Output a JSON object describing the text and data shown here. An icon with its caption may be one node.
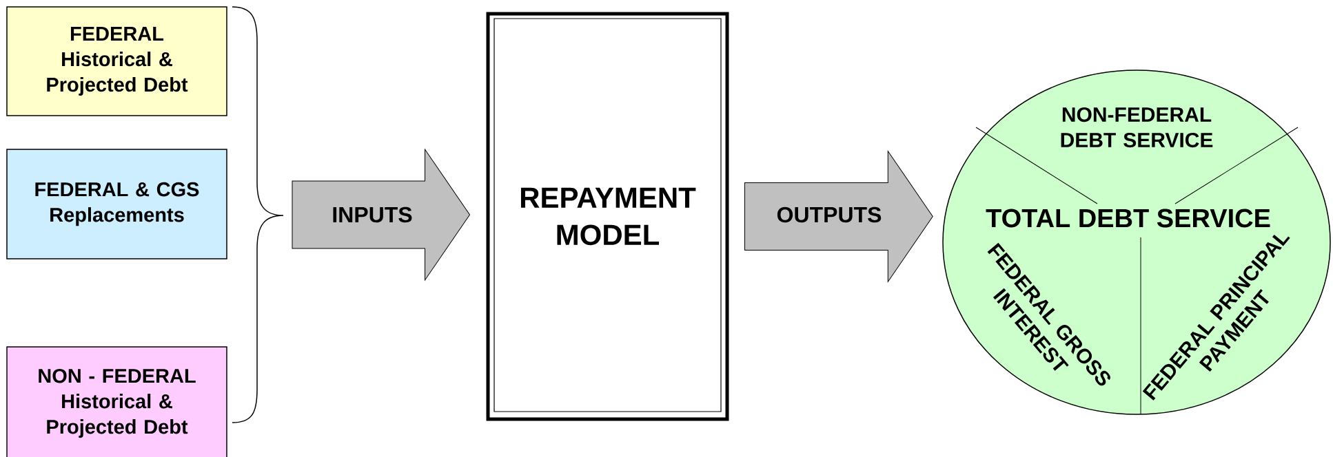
{
  "diagram": {
    "nodes": [
      {
        "text": [
          "FEDERAL Historical & Projected Debt"
        ]
      },
      {
        "text": [
          "FEDERAL & CGS Replacements"
        ]
      },
      {
        "text": [
          "NON - FEDERAL Historical & Projected Debt"
        ]
      },
      {
        "text": [
          "REPAYMENT MODEL"
        ]
      },
      {
        "text": [
          "NON-FEDERAL DEBT SERVICE",
          "TOTAL DEBT SERVICE",
          "FEDERAL GROSS INTEREST",
          "FEDERAL PRINCIPAL PAYMENT"
        ]
      }
    ],
    "edges": [
      {
        "from": null,
        "to": 3,
        "arrow": "to",
        "label": "INPUTS"
      },
      {
        "from": 3,
        "to": 4,
        "arrow": "to",
        "label": "OUTPUTS"
      }
    ]
  }
}
